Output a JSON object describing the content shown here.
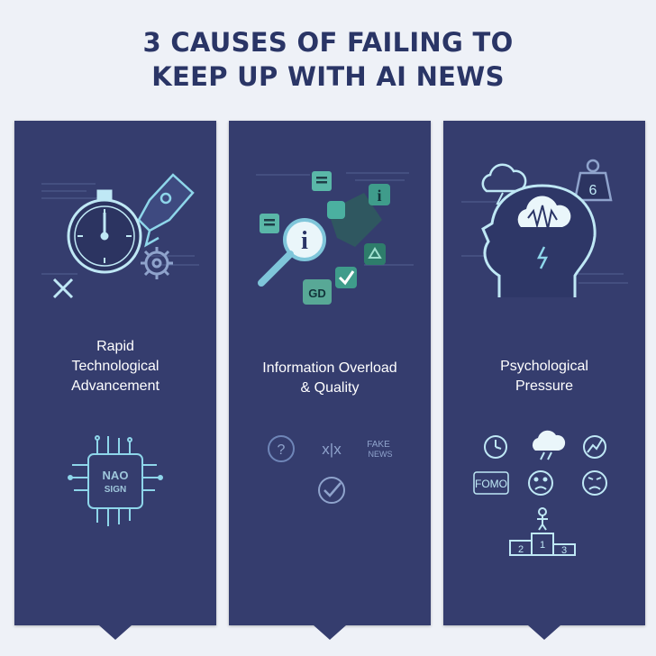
{
  "title": {
    "line1": "3 CAUSES OF FAILING TO",
    "line2": "KEEP UP WITH AI NEWS"
  },
  "panels": [
    {
      "label_lines": [
        "Rapid",
        "Technological",
        "Advancement"
      ],
      "icons": [
        "stopwatch-icon",
        "rocket-icon",
        "gear-icon",
        "cross-icon",
        "ai-chip-icon"
      ],
      "chip_text": [
        "NAO",
        "SIGN"
      ]
    },
    {
      "label_lines": [
        "Information Overload",
        "& Quality"
      ],
      "icons": [
        "magnifier-info-icon",
        "document-icon",
        "info-icon",
        "check-icon",
        "recycle-icon",
        "question-icon",
        "conflict-icon",
        "fake-news-icon",
        "checkmark-circle-icon"
      ],
      "badge_text": "GD",
      "info_glyph": "i",
      "conflict_text": "x|x",
      "fake_news_text": [
        "FAKE",
        "NEWS"
      ]
    },
    {
      "label_lines": [
        "Psychological",
        "Pressure"
      ],
      "icons": [
        "storm-cloud-icon",
        "weight-icon",
        "head-brainwave-icon",
        "clock-icon",
        "cloud-icon",
        "chart-icon",
        "fomo-icon",
        "sad-face-icon",
        "angry-face-icon",
        "podium-icon"
      ],
      "weight_number": "6",
      "fomo_text": "FOMO",
      "podium_numbers": [
        "2",
        "1",
        "3"
      ]
    }
  ],
  "colors": {
    "background": "#eef1f7",
    "panel": "#353d6e",
    "title": "#2a3566",
    "accent_cyan": "#8ed6ea",
    "accent_teal": "#3f9c8b"
  }
}
